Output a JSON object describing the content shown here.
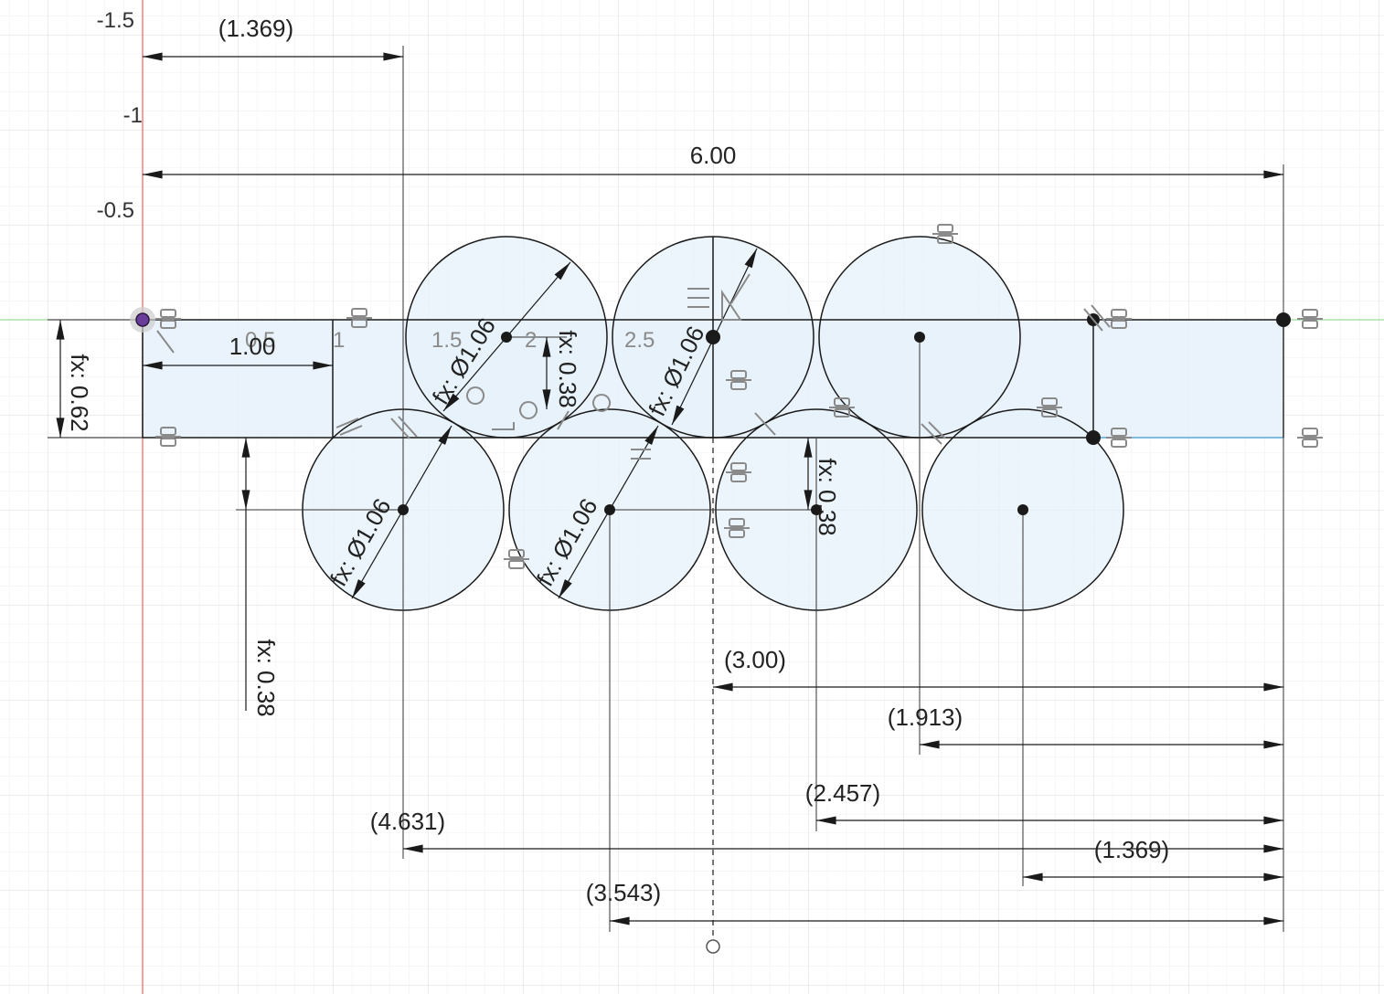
{
  "ruler_labels": {
    "neg_1_5": "-1.5",
    "neg_1": "-1",
    "neg_0_5": "-0.5"
  },
  "grid_labels": {
    "g0_5": "0.5",
    "g1": "1",
    "g1_5": "1.5",
    "g2": "2",
    "g2_5": "2.5"
  },
  "dimensions": {
    "top_offset": "(1.369)",
    "overall_width": "6.00",
    "segment_width": "1.00",
    "strip_height": "fx: 0.62",
    "left_offset": "fx: 0.38",
    "top_circle_offset": "fx: 0.38",
    "bottom_circle_offset": "fx: 0.38",
    "dia_top1": "fx: Ø1.06",
    "dia_top2": "fx: Ø1.06",
    "dia_bot1": "fx: Ø1.06",
    "dia_bot2": "fx: Ø1.06",
    "h_3_00": "(3.00)",
    "h_1_913": "(1.913)",
    "h_2_457": "(2.457)",
    "h_4_631": "(4.631)",
    "h_1_369": "(1.369)",
    "h_3_543": "(3.543)"
  },
  "colors": {
    "fill": "#e6f1fa",
    "line": "#1a1a1a",
    "grid_minor": "#eeeeee",
    "grid_major": "#dcdcdc",
    "axis_x": "#7fd47f",
    "axis_y": "#f08080"
  },
  "constraint_icon": "horizontal-vertical-constraint-icon"
}
